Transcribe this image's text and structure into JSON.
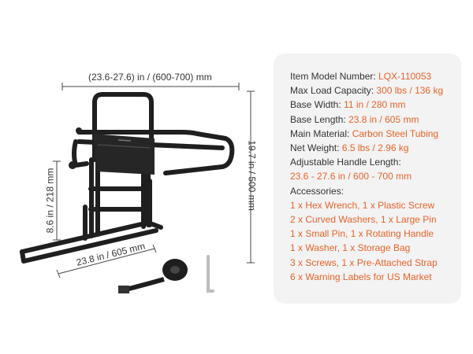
{
  "dimensions": {
    "width": "(23.6-27.6) in / (600-700) mm",
    "height": "19.7 in / 500 mm",
    "handle_height": "8.6 in / 218 mm",
    "base_length": "23.8 in / 605 mm"
  },
  "specs": [
    {
      "label": "Item Model Number: ",
      "value": "LQX-110053"
    },
    {
      "label": "Max Load Capacity: ",
      "value": "300 lbs / 136 kg"
    },
    {
      "label": "Base Width: ",
      "value": "11 in / 280 mm"
    },
    {
      "label": "Base Length: ",
      "value": "23.8 in / 605 mm"
    },
    {
      "label": "Main Material: ",
      "value": "Carbon Steel Tubing"
    },
    {
      "label": "Net Weight: ",
      "value": "6.5 lbs / 2.96 kg"
    },
    {
      "label": "Adjustable Handle Length:",
      "value": ""
    },
    {
      "label": "",
      "value": "23.6 - 27.6 in / 600 - 700 mm"
    },
    {
      "label": "Accessories:",
      "value": ""
    },
    {
      "label": "",
      "value": "1 x Hex Wrench, 1 x Plastic Screw"
    },
    {
      "label": "",
      "value": "2 x Curved Washers, 1 x Large Pin"
    },
    {
      "label": "",
      "value": "1 x Small Pin, 1 x Rotating Handle"
    },
    {
      "label": "",
      "value": "1 x Washer, 1 x Storage Bag"
    },
    {
      "label": "",
      "value": "3 x Screws, 1 x Pre-Attached Strap"
    },
    {
      "label": "",
      "value": "6 x Warning Labels for US Market"
    }
  ],
  "colors": {
    "accent": "#e8632b",
    "text": "#333333",
    "card": "#f3f3f3",
    "frame": "#1e1e1e"
  },
  "icons": [
    "bed-rail-product-image",
    "strap-roll-image",
    "hex-wrench-image"
  ]
}
